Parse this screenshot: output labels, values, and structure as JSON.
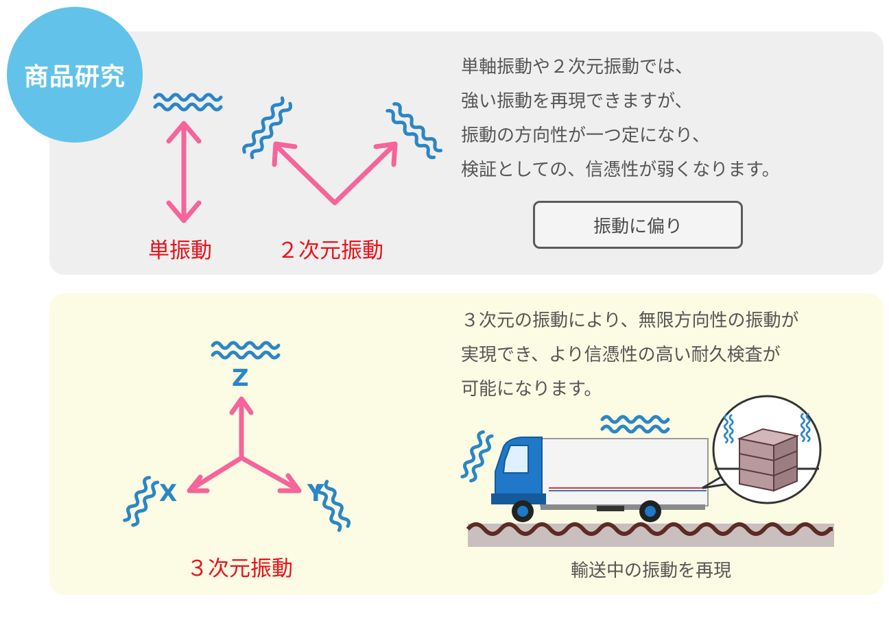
{
  "badge": {
    "text": "商品研究"
  },
  "top_panel": {
    "label_single": "単振動",
    "label_2d": "２次元振動",
    "description_lines": [
      "単軸振動や２次元振動では、",
      "強い振動を再現できますが、",
      "振動の方向性が一つ定になり、",
      "検証としての、信憑性が弱くなります。"
    ],
    "result_box": "振動に偏り"
  },
  "bottom_panel": {
    "label_3d": "３次元振動",
    "axes": {
      "z": "Z",
      "x": "X",
      "y": "Y"
    },
    "description_lines": [
      "３次元の振動により、無限方向性の振動が",
      "実現でき、より信憑性の高い耐久検査が",
      "可能になります。"
    ],
    "truck_caption": "輸送中の振動を再現"
  },
  "colors": {
    "badge": "#63c2ea",
    "arrow_pink": "#f5649a",
    "wave_blue": "#2b86c6",
    "label_red": "#e8121a",
    "truck_blue": "#1f78c8",
    "road_brown": "#5e2a24",
    "box_mauve": "#b89a9e"
  },
  "icons": [
    "vibration-wave-icon",
    "double-arrow-icon",
    "truck-illustration",
    "cargo-boxes-icon"
  ]
}
